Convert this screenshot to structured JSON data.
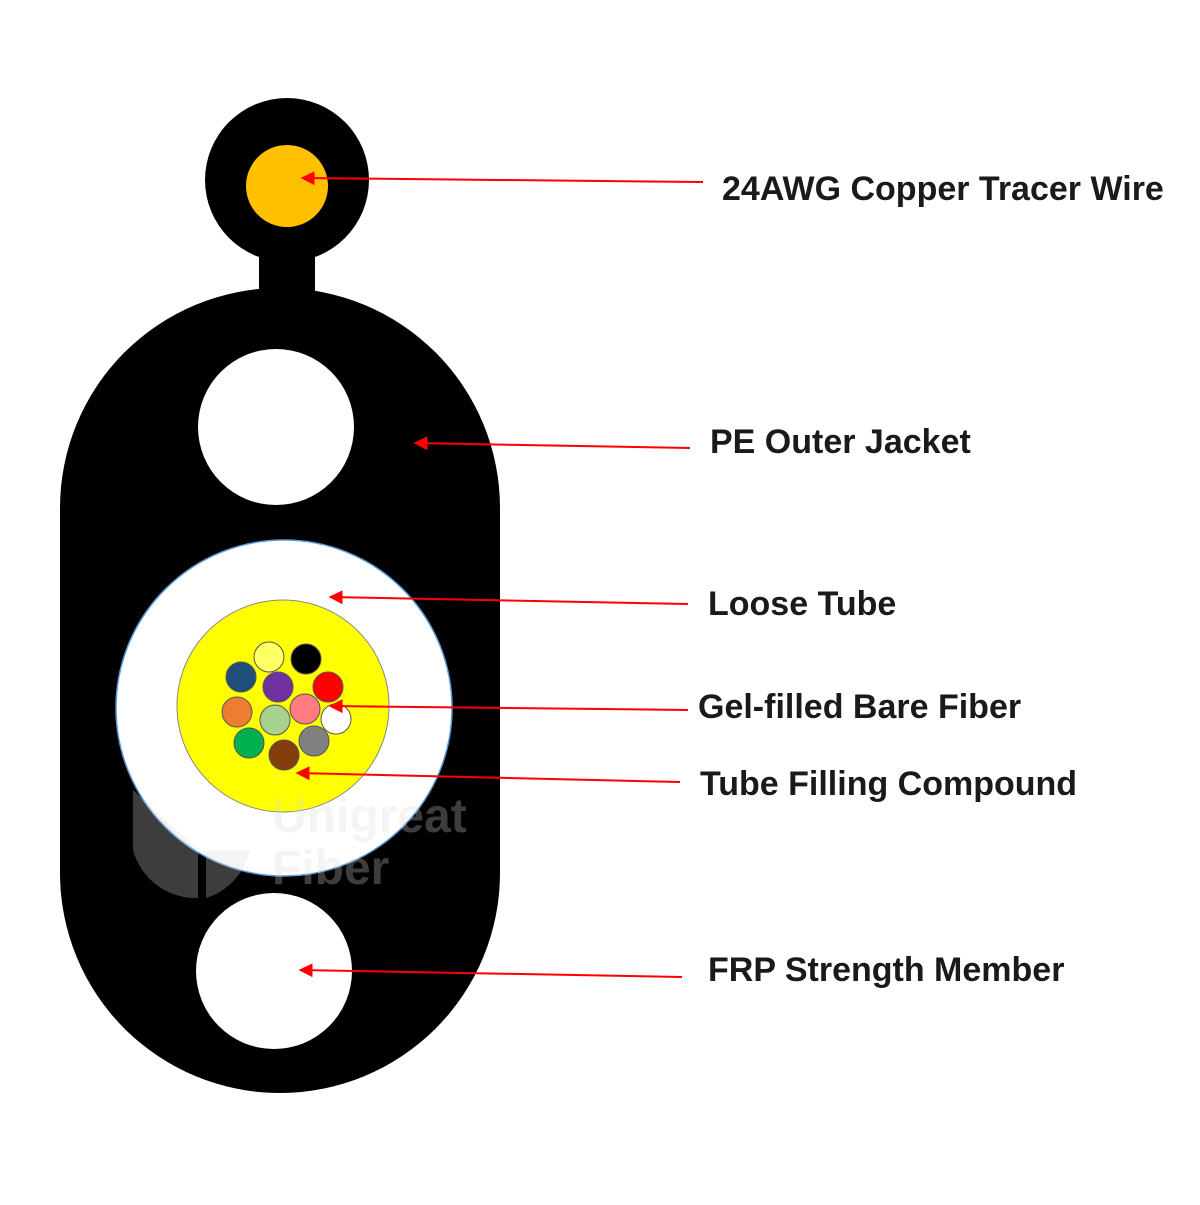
{
  "labels": {
    "tracer_wire": "24AWG Copper Tracer Wire",
    "outer_jacket": "PE Outer Jacket",
    "loose_tube": "Loose Tube",
    "bare_fiber": "Gel-filled Bare Fiber",
    "filling_compound": "Tube Filling Compound",
    "strength_member": "FRP Strength Member"
  },
  "watermark": {
    "line1": "Unigreat",
    "line2": "Fiber"
  },
  "colors": {
    "jacket": "#000000",
    "tracer_wire": "#ffc000",
    "loose_tube": "#ffffff",
    "filling_compound": "#ffff00",
    "strength_member": "#ffffff",
    "arrow": "#ff0000",
    "label_text": "#1a1a1a"
  },
  "fibers": [
    {
      "name": "yellow-fiber",
      "color": "#ffff66"
    },
    {
      "name": "black-fiber",
      "color": "#000000"
    },
    {
      "name": "blue-fiber",
      "color": "#1f4e79"
    },
    {
      "name": "violet-fiber",
      "color": "#7030a0"
    },
    {
      "name": "red-fiber",
      "color": "#ff0000"
    },
    {
      "name": "orange-fiber",
      "color": "#ed7d31"
    },
    {
      "name": "aqua-fiber",
      "color": "#a9d18e"
    },
    {
      "name": "rose-fiber",
      "color": "#ff7c80"
    },
    {
      "name": "white-fiber",
      "color": "#ffffff"
    },
    {
      "name": "green-fiber",
      "color": "#00b050"
    },
    {
      "name": "brown-fiber",
      "color": "#843c0c"
    },
    {
      "name": "slate-fiber",
      "color": "#808080"
    }
  ]
}
